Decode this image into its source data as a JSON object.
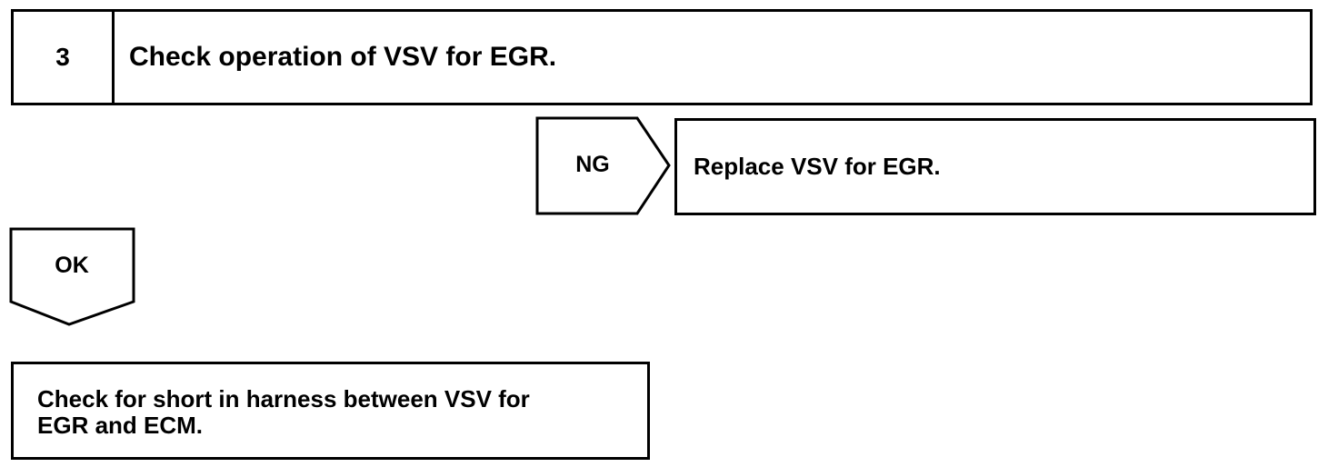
{
  "step": {
    "number": "3",
    "title": "Check operation of VSV for EGR."
  },
  "ng_branch": {
    "label": "NG",
    "action": "Replace VSV for EGR."
  },
  "ok_branch": {
    "label": "OK"
  },
  "next_step": {
    "lines": [
      "Check for short in harness between VSV for",
      "EGR and ECM."
    ]
  },
  "colors": {
    "line": "#000000",
    "background": "#ffffff"
  }
}
